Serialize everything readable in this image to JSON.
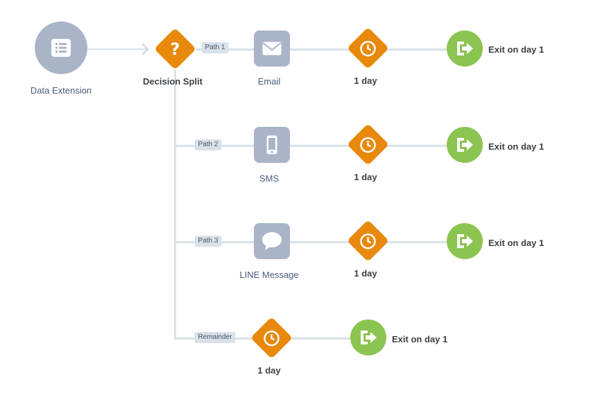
{
  "source": {
    "label": "Data Extension",
    "icon": "list-icon"
  },
  "decision": {
    "label": "Decision Split",
    "icon": "question-icon",
    "symbol": "?"
  },
  "paths": [
    {
      "pill": "Path 1",
      "activity_label": "Email",
      "activity_icon": "email-icon",
      "wait_label": "1 day",
      "exit_label": "Exit on day 1"
    },
    {
      "pill": "Path 2",
      "activity_label": "SMS",
      "activity_icon": "mobile-icon",
      "wait_label": "1 day",
      "exit_label": "Exit on day 1"
    },
    {
      "pill": "Path 3",
      "activity_label": "LINE Message",
      "activity_icon": "chat-icon",
      "wait_label": "1 day",
      "exit_label": "Exit on day 1"
    },
    {
      "pill": "Remainder",
      "wait_label": "1 day",
      "exit_label": "Exit on day 1"
    }
  ],
  "colors": {
    "gray_node": "#a9b5c7",
    "wait_orange": "#e8890c",
    "exit_green": "#8cc451",
    "connector": "#d9e1ea"
  }
}
